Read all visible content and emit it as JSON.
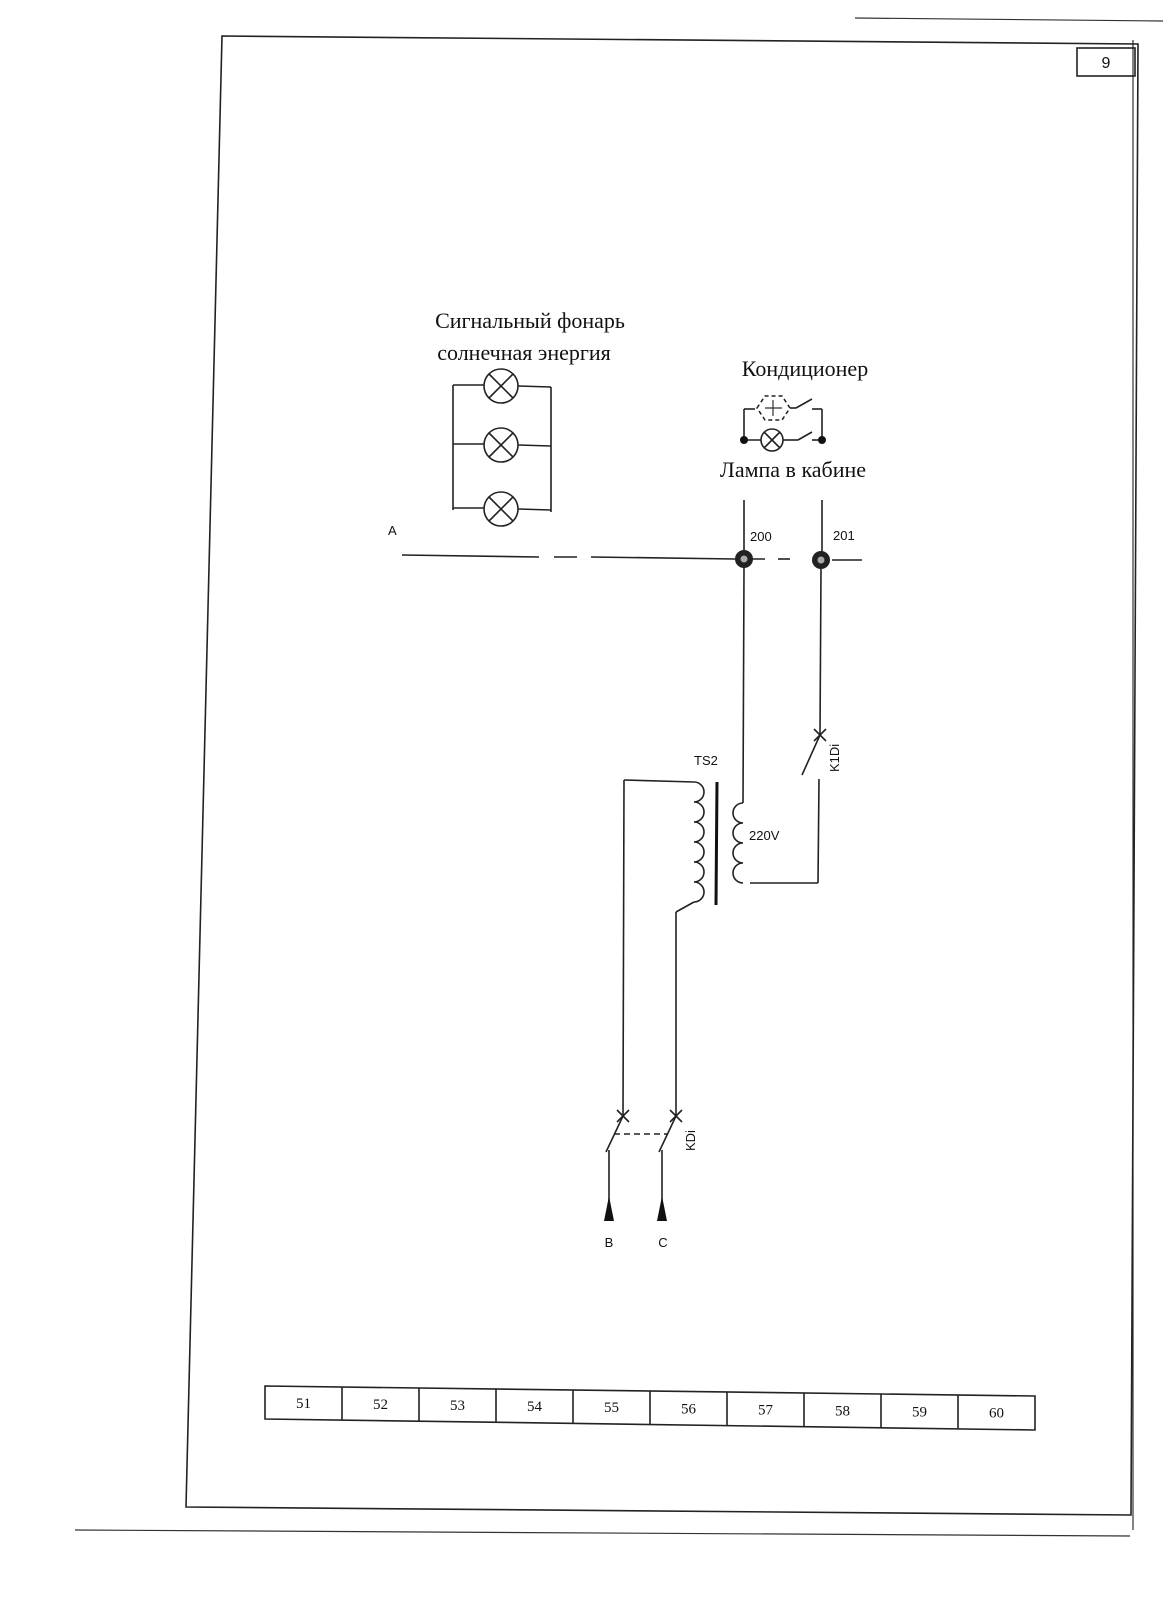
{
  "page": {
    "number": "9"
  },
  "lamps_block": {
    "title_line1": "Сигнальный фонарь",
    "title_line2": "солнечная энергия"
  },
  "cabin_block": {
    "aircon_label": "Кондиционер",
    "lamp_label": "Лампа в кабине"
  },
  "line": {
    "phase_a": "A"
  },
  "terminals": {
    "t200": "200",
    "t201": "201"
  },
  "transformer": {
    "name": "TS2",
    "voltage": "220V"
  },
  "contacts": {
    "k1d": "K1Di",
    "kd": "KDi"
  },
  "phases": {
    "b": "B",
    "c": "C"
  },
  "columns": [
    "51",
    "52",
    "53",
    "54",
    "55",
    "56",
    "57",
    "58",
    "59",
    "60"
  ]
}
